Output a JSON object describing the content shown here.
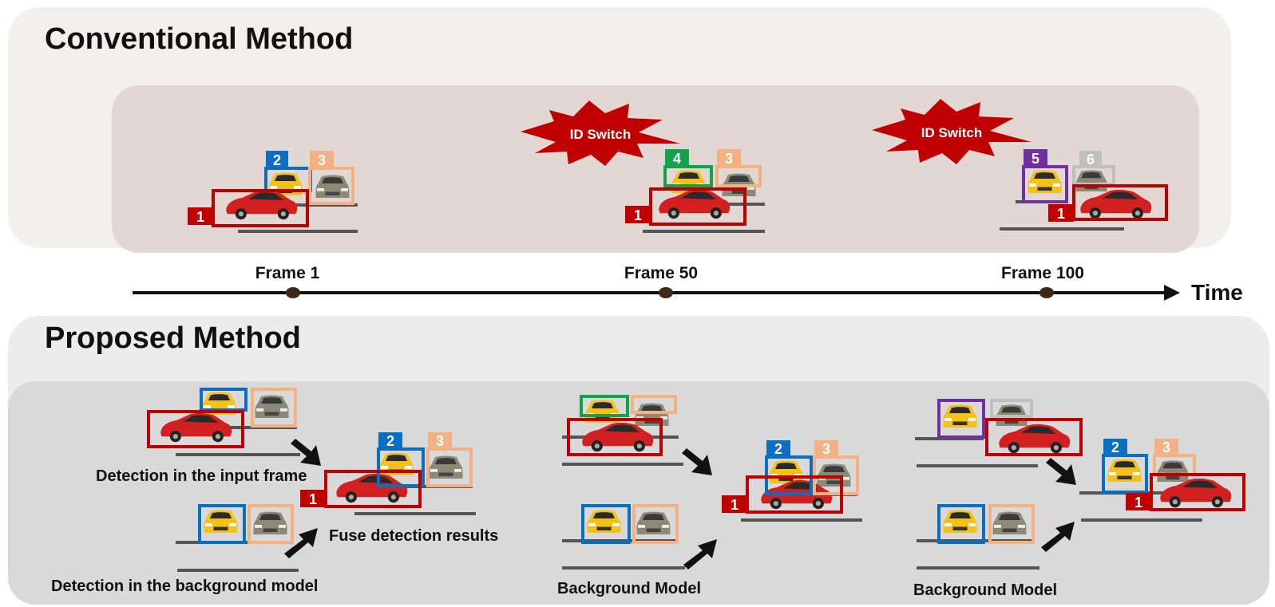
{
  "conventional": {
    "title": "Conventional Method",
    "id_switch_label": "ID Switch",
    "frames": [
      {
        "label": "Frame 1",
        "ids": [
          "1",
          "2",
          "3"
        ]
      },
      {
        "label": "Frame 50",
        "ids": [
          "1",
          "4",
          "3"
        ]
      },
      {
        "label": "Frame 100",
        "ids": [
          "1",
          "5",
          "6"
        ]
      }
    ]
  },
  "timeline": {
    "label": "Time"
  },
  "proposed": {
    "title": "Proposed Method",
    "captions": {
      "input_frame": "Detection in the input frame",
      "background": "Detection in the background model",
      "fuse": "Fuse detection results",
      "bg_model_1": "Background Model",
      "bg_model_2": "Background Model"
    },
    "fused_ids": [
      "1",
      "2",
      "3"
    ]
  },
  "colors": {
    "red": "#c00000",
    "blue": "#0a6fc2",
    "peach": "#f4b183",
    "green": "#12a24a",
    "purple": "#7030a0",
    "gray": "#bfbfbf",
    "burst": "#c00000"
  }
}
